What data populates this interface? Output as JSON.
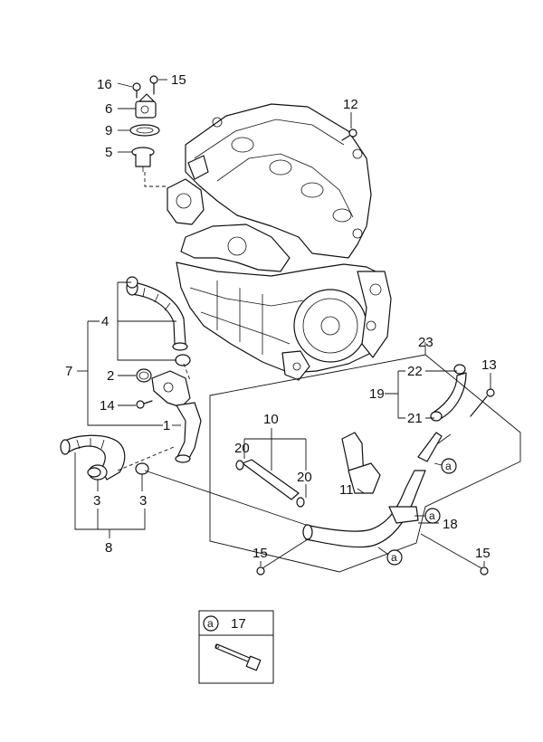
{
  "callouts": {
    "c1": "1",
    "c2": "2",
    "c3a": "3",
    "c3b": "3",
    "c4": "4",
    "c5": "5",
    "c6": "6",
    "c7": "7",
    "c8": "8",
    "c9": "9",
    "c10": "10",
    "c11": "11",
    "c12": "12",
    "c13": "13",
    "c14": "14",
    "c15a": "15",
    "c15b": "15",
    "c15c": "15",
    "c16": "16",
    "c18": "18",
    "c19": "19",
    "c20a": "20",
    "c20b": "20",
    "c21": "21",
    "c22": "22",
    "c23": "23"
  },
  "markers": {
    "a1": "a",
    "a2": "a",
    "a3": "a"
  },
  "legend": {
    "marker": "a",
    "part_number": "17"
  },
  "colors": {
    "ink": "#111111",
    "paper": "#ffffff"
  }
}
